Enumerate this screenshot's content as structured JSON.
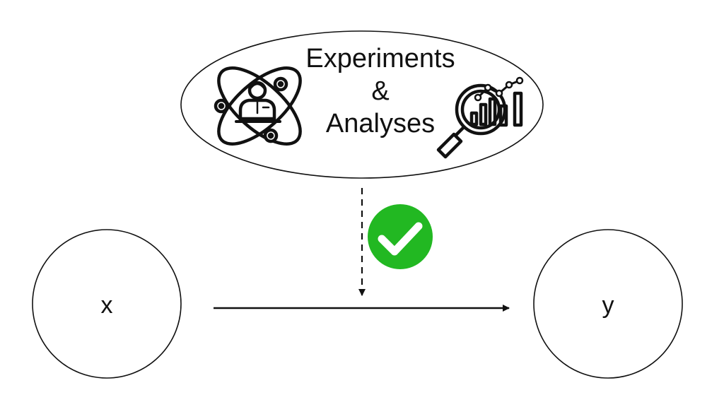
{
  "ellipse": {
    "line1": "Experiments",
    "line2": "&",
    "line3": "Analyses",
    "icons": [
      "scientist-atom-icon",
      "magnifier-chart-icon"
    ]
  },
  "nodes": {
    "x": {
      "label": "x"
    },
    "y": {
      "label": "y"
    }
  },
  "status": {
    "icon": "check-circle-icon",
    "color": "#22b822"
  },
  "colors": {
    "stroke": "#111111",
    "check": "#22b822"
  }
}
